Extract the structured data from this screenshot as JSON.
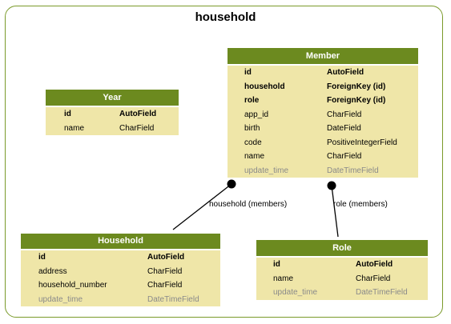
{
  "title": "household",
  "models": [
    {
      "key": "year",
      "name": "Year",
      "fields": [
        {
          "name": "id",
          "type": "AutoField",
          "kind": "pk"
        },
        {
          "name": "name",
          "type": "CharField",
          "kind": "plain"
        }
      ]
    },
    {
      "key": "member",
      "name": "Member",
      "fields": [
        {
          "name": "id",
          "type": "AutoField",
          "kind": "pk"
        },
        {
          "name": "household",
          "type": "ForeignKey (id)",
          "kind": "fk"
        },
        {
          "name": "role",
          "type": "ForeignKey (id)",
          "kind": "fk"
        },
        {
          "name": "app_id",
          "type": "CharField",
          "kind": "plain"
        },
        {
          "name": "birth",
          "type": "DateField",
          "kind": "plain"
        },
        {
          "name": "code",
          "type": "PositiveIntegerField",
          "kind": "plain"
        },
        {
          "name": "name",
          "type": "CharField",
          "kind": "plain"
        },
        {
          "name": "update_time",
          "type": "DateTimeField",
          "kind": "auto"
        }
      ]
    },
    {
      "key": "household",
      "name": "Household",
      "fields": [
        {
          "name": "id",
          "type": "AutoField",
          "kind": "pk"
        },
        {
          "name": "address",
          "type": "CharField",
          "kind": "plain"
        },
        {
          "name": "household_number",
          "type": "CharField",
          "kind": "plain"
        },
        {
          "name": "update_time",
          "type": "DateTimeField",
          "kind": "auto"
        }
      ]
    },
    {
      "key": "role",
      "name": "Role",
      "fields": [
        {
          "name": "id",
          "type": "AutoField",
          "kind": "pk"
        },
        {
          "name": "name",
          "type": "CharField",
          "kind": "plain"
        },
        {
          "name": "update_time",
          "type": "DateTimeField",
          "kind": "auto"
        }
      ]
    }
  ],
  "relations": [
    {
      "from": "member",
      "to": "household",
      "label": "household (members)"
    },
    {
      "from": "member",
      "to": "role",
      "label": "role (members)"
    }
  ],
  "colors": {
    "header": "#6c8a1f",
    "body": "#efe6a8",
    "frame": "#7a9a2a",
    "auto_text": "#8a8a8a"
  }
}
